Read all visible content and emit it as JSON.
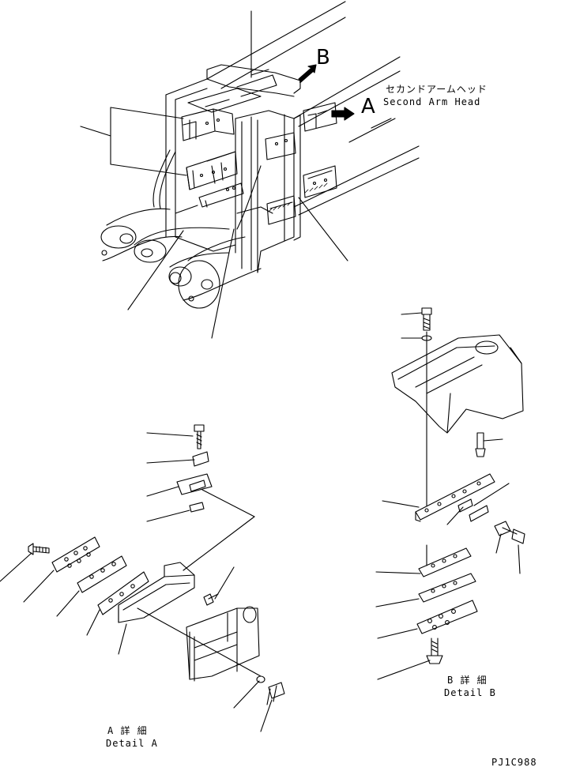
{
  "labels": {
    "view_b": "B",
    "view_a": "A",
    "second_arm_head_jp": "セカンドアームヘッド",
    "second_arm_head_en": "Second Arm Head",
    "detail_a_jp": "A 詳 細",
    "detail_a_en": "Detail A",
    "detail_b_jp": "B 詳 細",
    "detail_b_en": "Detail B",
    "drawing_code": "PJ1C988"
  }
}
